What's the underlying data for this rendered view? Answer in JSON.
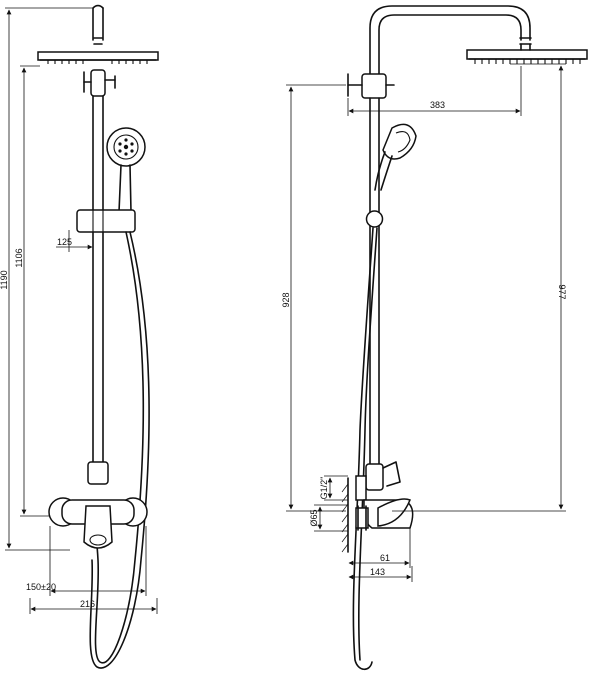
{
  "dimensions": {
    "front": {
      "total_height": "1190",
      "head_to_mixer": "1106",
      "holder_offset": "125",
      "inlet_spacing": "150±20",
      "mixer_width": "216"
    },
    "side": {
      "arm_reach": "383",
      "head_height": "977",
      "pipe_height": "928",
      "inlet_thread": "G1/2\"",
      "inlet_diameter": "Ø65",
      "handle_depth": "61",
      "mixer_depth": "143"
    }
  }
}
